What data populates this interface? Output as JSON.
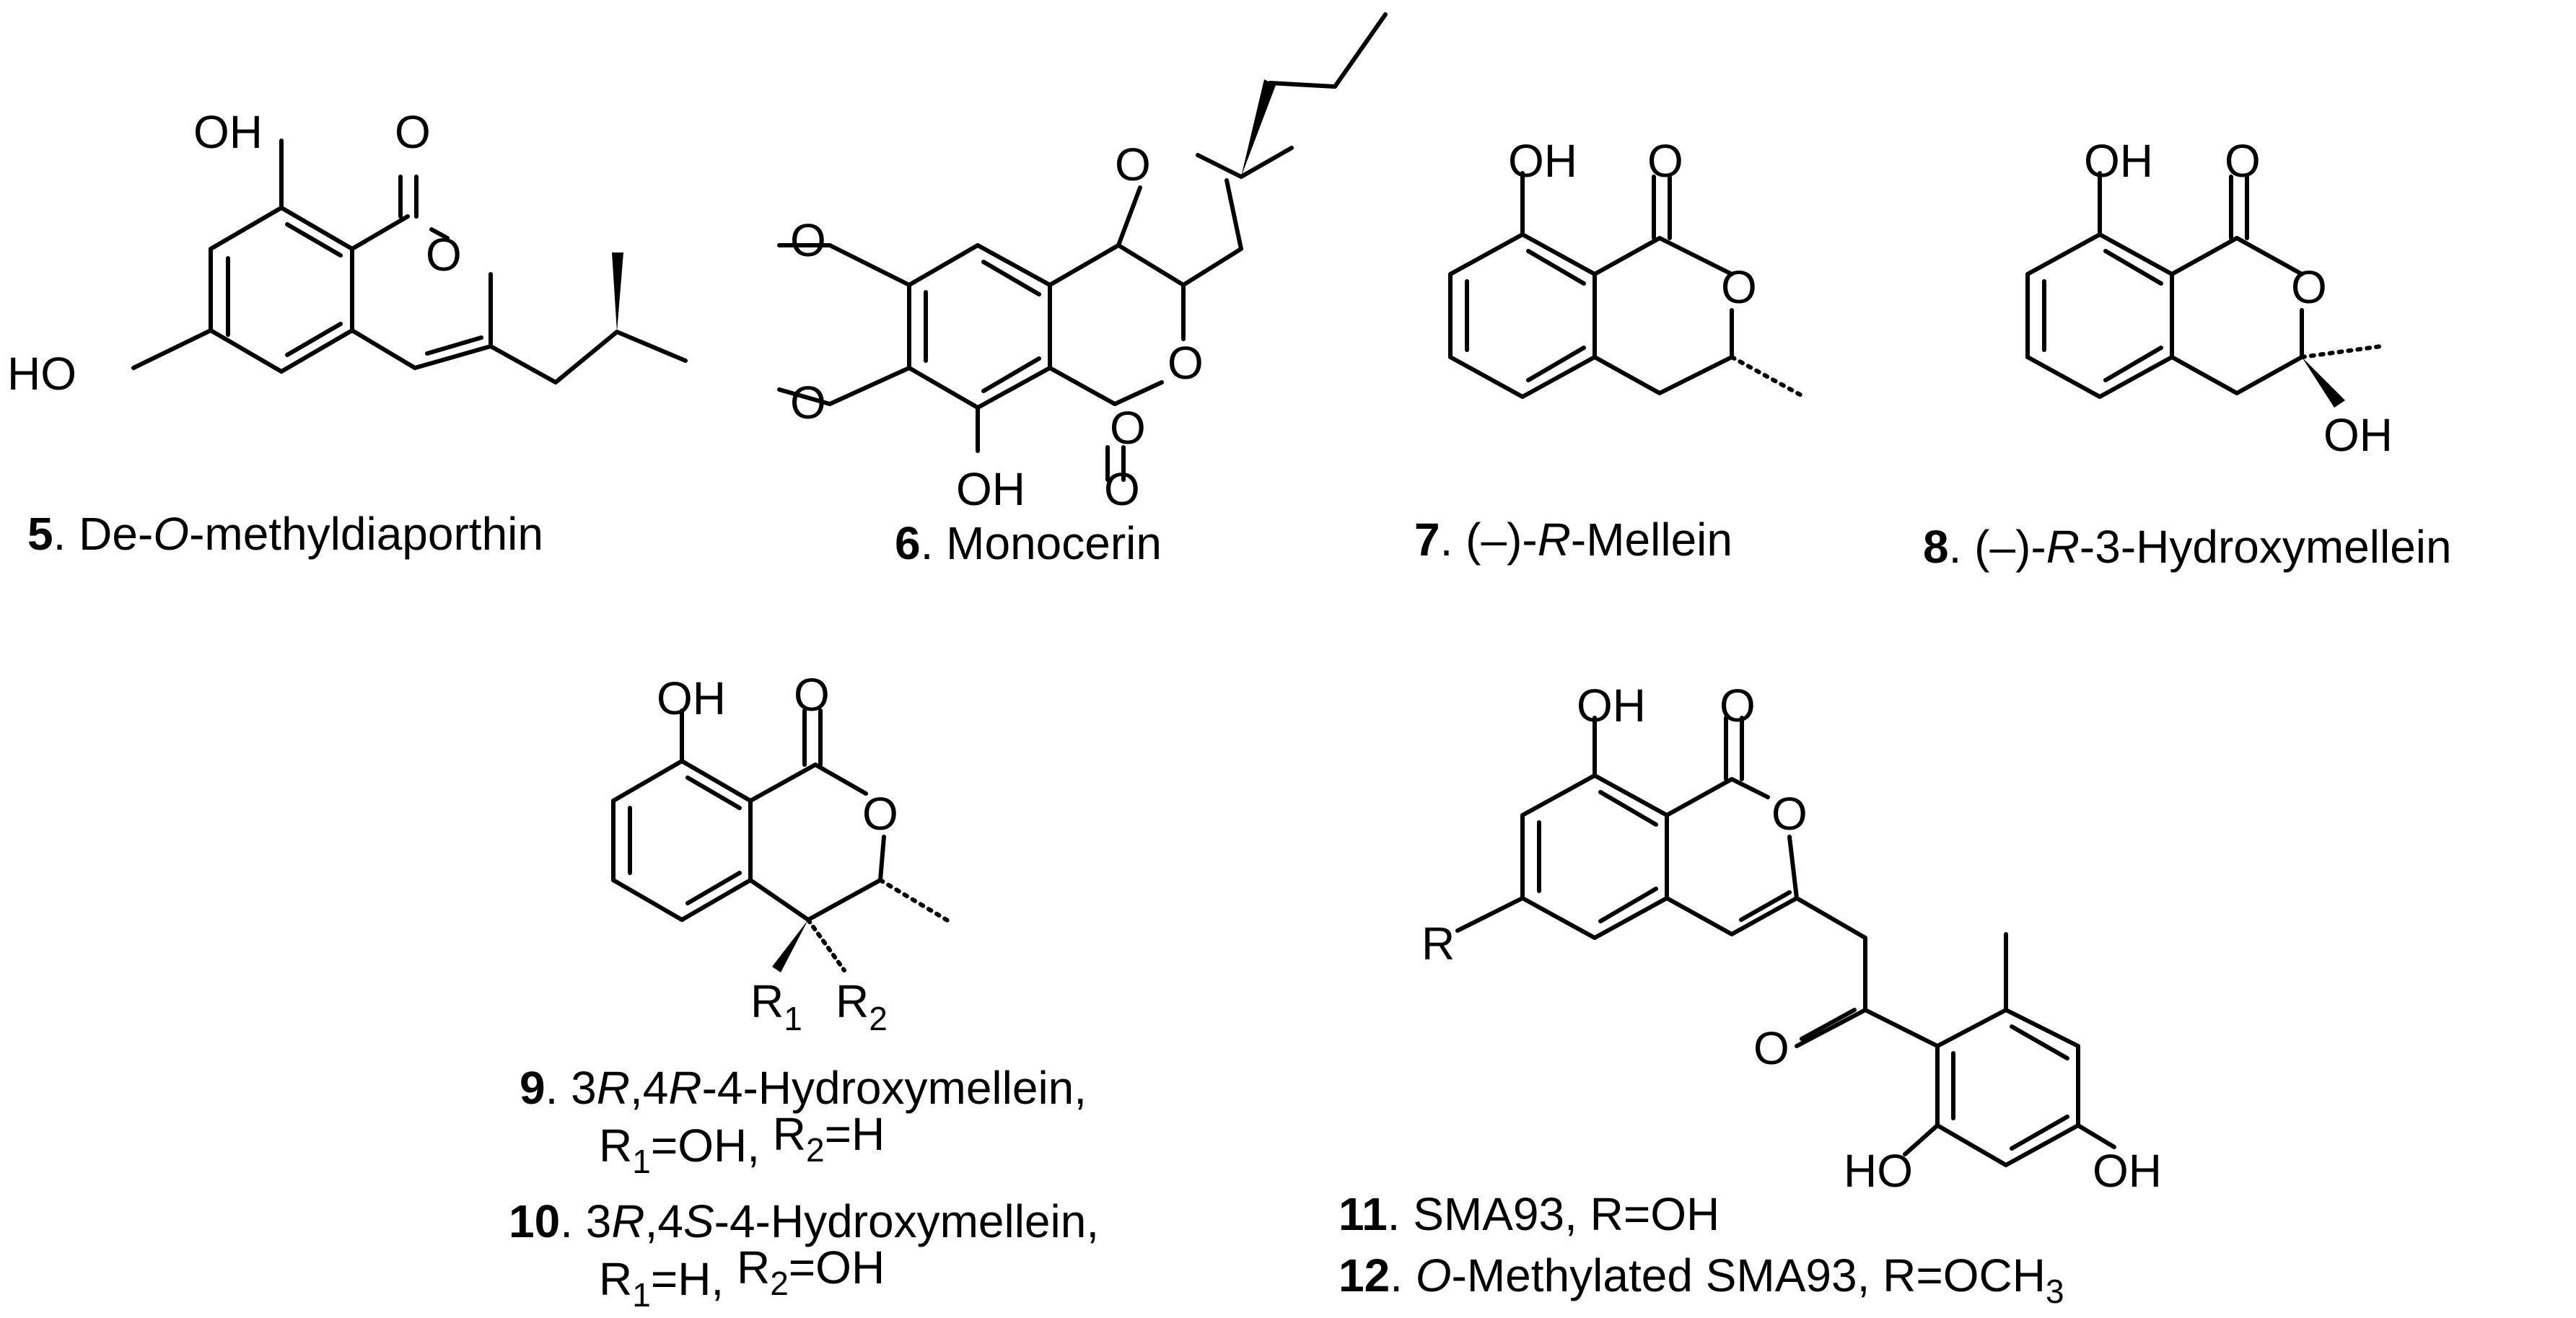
{
  "figure": {
    "compounds": [
      {
        "number": "5",
        "caption_parts": [
          {
            "text": "De-",
            "italic": false
          },
          {
            "text": "O",
            "italic": true
          },
          {
            "text": "-methyldiaporthin",
            "italic": false
          }
        ]
      },
      {
        "number": "6",
        "caption_parts": [
          {
            "text": "Monocerin",
            "italic": false
          }
        ]
      },
      {
        "number": "7",
        "caption_parts": [
          {
            "text": "(–)-",
            "italic": false
          },
          {
            "text": "R",
            "italic": true
          },
          {
            "text": "-Mellein",
            "italic": false
          }
        ]
      },
      {
        "number": "8",
        "caption_parts": [
          {
            "text": "(–)-",
            "italic": false
          },
          {
            "text": "R",
            "italic": true
          },
          {
            "text": "-3-Hydroxymellein",
            "italic": false
          }
        ]
      },
      {
        "number": "9",
        "caption_parts": [
          {
            "text": "3",
            "italic": false
          },
          {
            "text": "R",
            "italic": true
          },
          {
            "text": ",4",
            "italic": false
          },
          {
            "text": "R",
            "italic": true
          },
          {
            "text": "-4-Hydroxymellein,",
            "italic": false
          }
        ],
        "substituents": "R1=OH, R2=H"
      },
      {
        "number": "10",
        "caption_parts": [
          {
            "text": "3",
            "italic": false
          },
          {
            "text": "R",
            "italic": true
          },
          {
            "text": ",4",
            "italic": false
          },
          {
            "text": "S",
            "italic": true
          },
          {
            "text": "-4-Hydroxymellein,",
            "italic": false
          }
        ],
        "substituents": "R1=H, R2=OH"
      },
      {
        "number": "11",
        "caption_parts": [
          {
            "text": "SMA93, R=OH",
            "italic": false
          }
        ]
      },
      {
        "number": "12",
        "caption_parts": [
          {
            "text": "O",
            "italic": true
          },
          {
            "text": "-Methylated SMA93, R=OCH",
            "italic": false
          }
        ],
        "subscript": "3"
      }
    ],
    "atom_labels": {
      "OH": "OH",
      "HO": "HO",
      "O": "O",
      "R": "R",
      "R1": "R",
      "R2": "R",
      "sub1": "1",
      "sub2": "2"
    }
  }
}
